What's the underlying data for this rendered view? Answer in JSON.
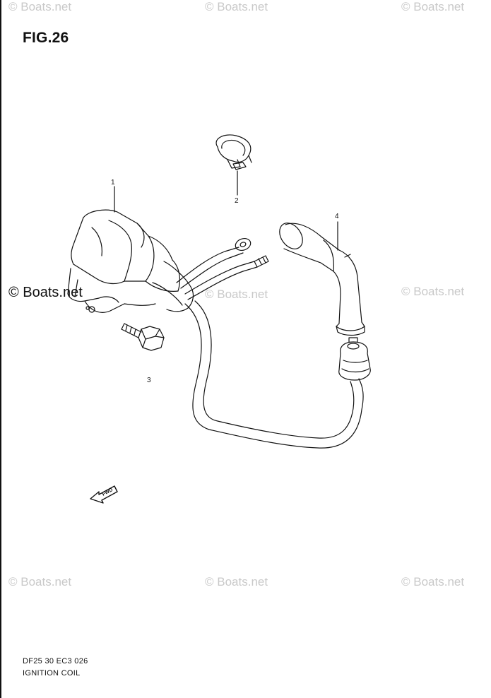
{
  "figure": {
    "title": "FIG.26",
    "code": "DF25 30 EC3  026",
    "name": "IGNITION COIL"
  },
  "watermarks": [
    "© Boats.net",
    "© Boats.net",
    "© Boats.net",
    "© Boats.net",
    "© Boats.net",
    "© Boats.net",
    "© Boats.net",
    "© Boats.net",
    "© Boats.net"
  ],
  "callouts": [
    "1",
    "2",
    "3",
    "4"
  ],
  "fwd_icon": "fwd-arrow-icon",
  "colors": {
    "line": "#111111",
    "watermark": "#c9c9c9"
  }
}
